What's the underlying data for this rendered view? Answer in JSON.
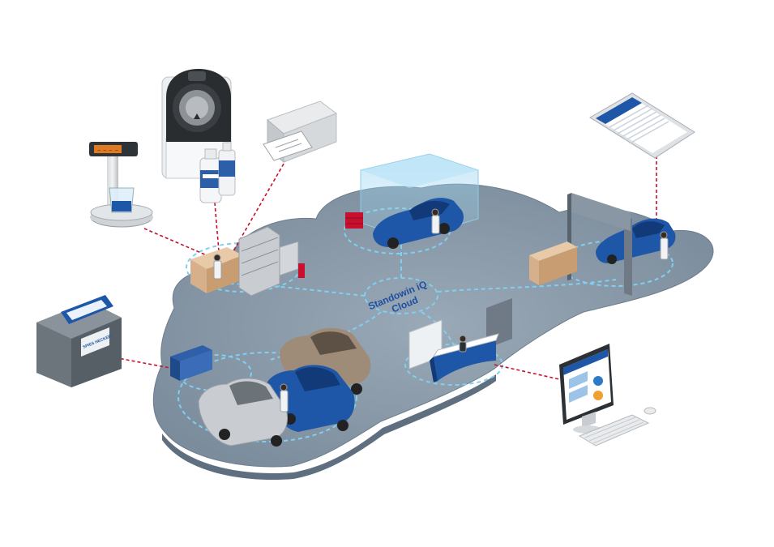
{
  "cloud": {
    "label_line1": "Standowin iQ",
    "label_line2": "Cloud",
    "fill_color": "#8a9bab",
    "path_color": "#7fd0f2",
    "link_color": "#c8102e"
  },
  "devices": {
    "scale_display": "— — — —",
    "dispenser_screen": "",
    "dispenser_brand": "SPIES HECKER",
    "printer_label": "",
    "tablet_header": "",
    "monitor_header": ""
  },
  "colors": {
    "accent_blue": "#1f57a8",
    "dark_blue": "#123a78",
    "car_beige": "#9e8b78",
    "car_silver": "#c9cdd2",
    "booth_glow": "#9fd7f2",
    "wall_grey": "#6f7a86"
  },
  "icons": [
    "scale-icon",
    "mixing-machine-icon",
    "bottle-icon",
    "printer-icon",
    "tablet-icon",
    "dispenser-icon",
    "monitor-icon",
    "keyboard-icon",
    "mouse-icon",
    "car-icon",
    "technician-icon",
    "workbench-icon",
    "shelf-icon",
    "reception-desk-icon",
    "spray-booth-icon",
    "lift-gate-icon"
  ]
}
